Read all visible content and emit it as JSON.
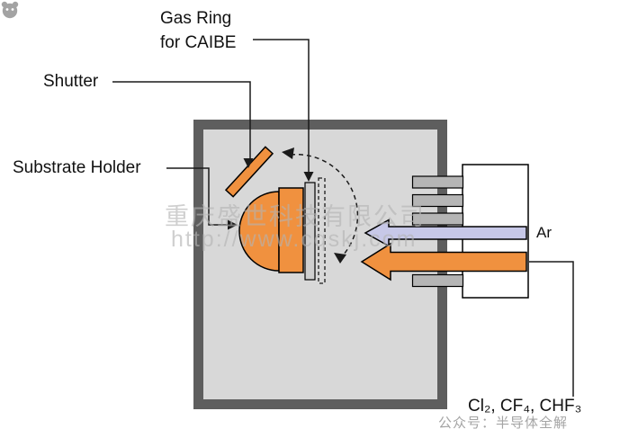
{
  "labels": {
    "gas_ring_line1": "Gas Ring",
    "gas_ring_line2": "for CAIBE",
    "shutter": "Shutter",
    "substrate_holder": "Substrate Holder",
    "ar_beam": "Ar",
    "etch_gases": "Cl₂, CF₄, CHF₃"
  },
  "watermarks": {
    "company": "重庆盛世科技有限公司",
    "url": "http://www.cqskj.com",
    "wechat_account": "公众号：半导体全解"
  },
  "colors": {
    "chamber_wall": "#5e5e5e",
    "chamber_fill": "#d8d8d8",
    "orange": "#f0913f",
    "lavender": "#c7c8e8",
    "grid_gray": "#b5b5b5",
    "plate_gray": "#cfcfcf",
    "source_body": "#ffffff"
  }
}
